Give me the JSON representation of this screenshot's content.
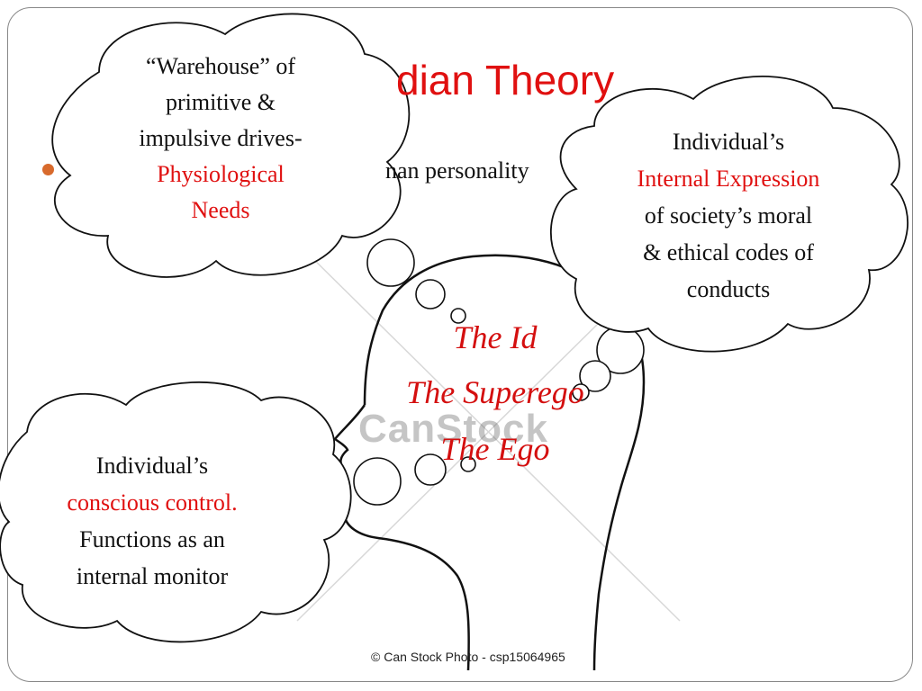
{
  "slide": {
    "title": "dian Theory",
    "bullet": "nan personality"
  },
  "clouds": {
    "top_left": {
      "line1": "“Warehouse” of",
      "line2": "primitive &",
      "line3": "impulsive drives-",
      "line4": "Physiological",
      "line5": "Needs"
    },
    "top_right": {
      "line1": "Individual’s",
      "line2": "Internal Expression",
      "line3": "of society’s moral",
      "line4": "& ethical codes of",
      "line5": "conducts"
    },
    "bottom_left": {
      "line1": "Individual’s",
      "line2": "conscious control.",
      "line3": "Functions as an",
      "line4": "internal monitor"
    }
  },
  "head_labels": {
    "id": "The Id",
    "superego": "The Superego",
    "ego": "The Ego"
  },
  "watermark": "CanStock",
  "credit": "© Can Stock Photo - csp15064965",
  "colors": {
    "accent_red": "#e01010",
    "bullet": "#d86a2c",
    "frame": "#888888"
  }
}
